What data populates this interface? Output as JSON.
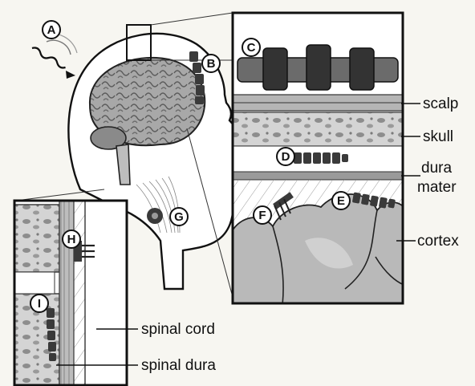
{
  "markers": {
    "a": "A",
    "b": "B",
    "c": "C",
    "d": "D",
    "e": "E",
    "f": "F",
    "g": "G",
    "h": "H",
    "i": "I"
  },
  "labels": {
    "scalp": "scalp",
    "skull": "skull",
    "dura_line1": "dura",
    "dura_line2": "mater",
    "cortex": "cortex",
    "spinal_cord": "spinal cord",
    "spinal_dura": "spinal dura"
  },
  "colors": {
    "background": "#f7f6f1",
    "ink": "#111111",
    "electrode": "#3a3a3a",
    "tissue": "#c8c8c8",
    "cortex_fill": "#b9b9b9"
  }
}
